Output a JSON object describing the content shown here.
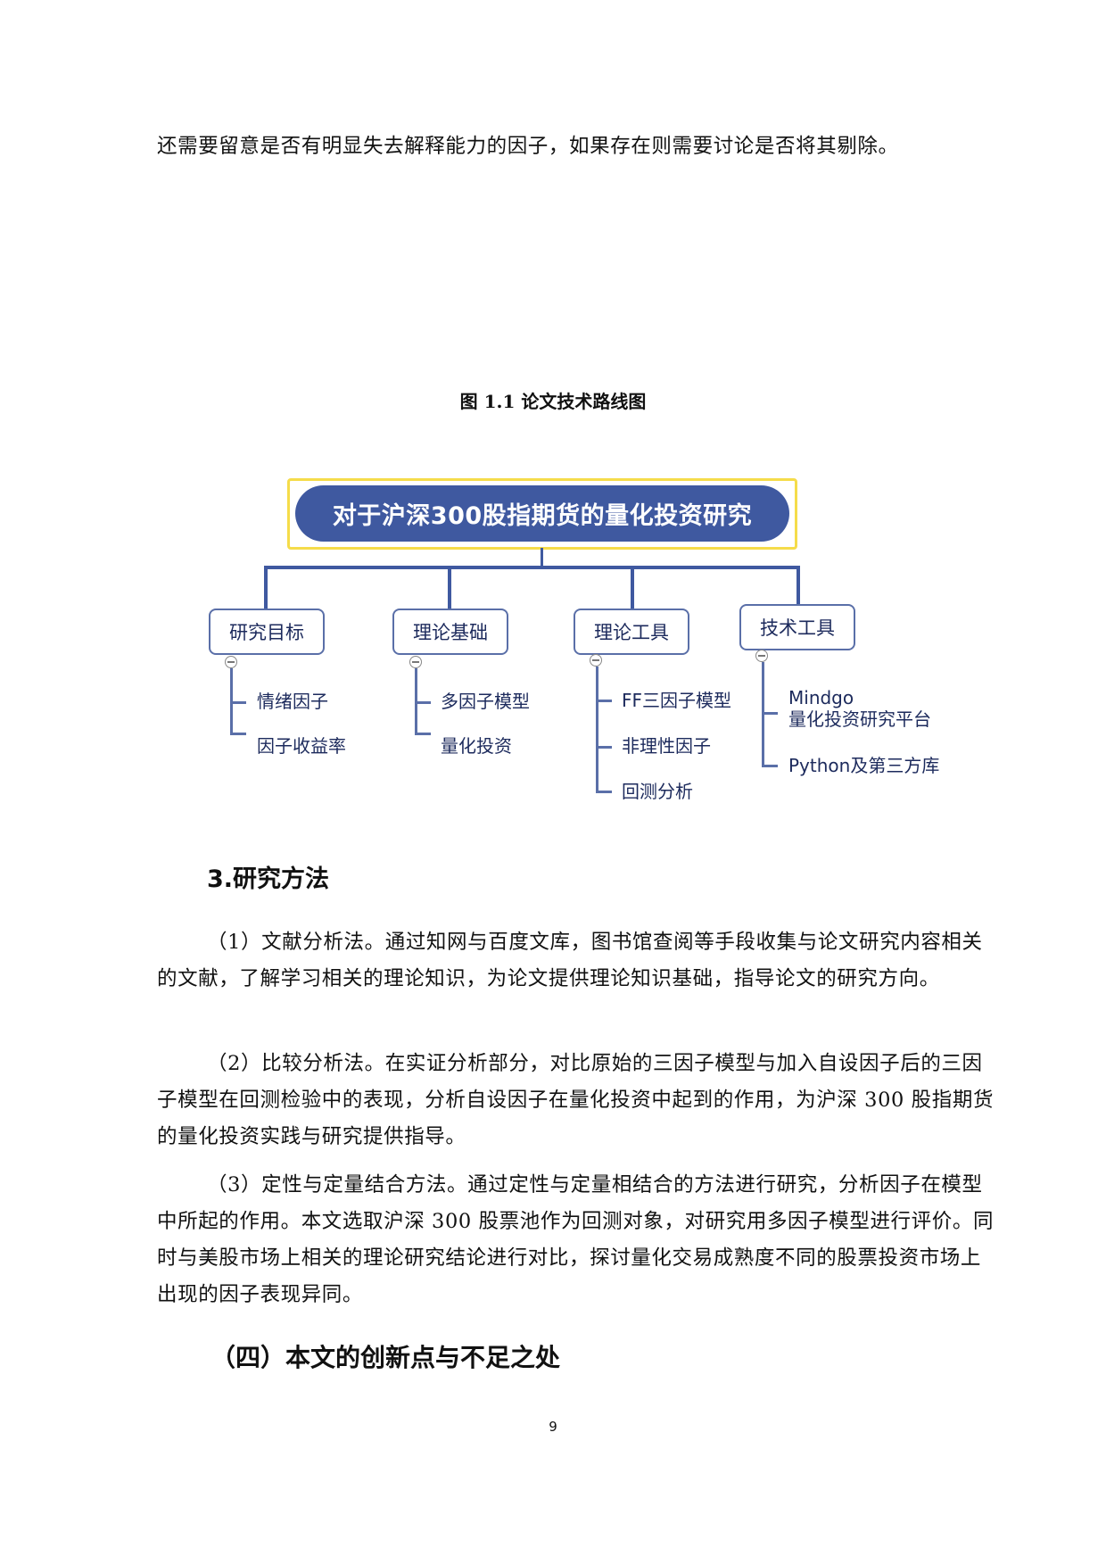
{
  "document": {
    "top_paragraph": "还需要留意是否有明显失去解释能力的因子，如果存在则需要讨论是否将其剔除。",
    "figure_caption": "图 1.1  论文技术路线图",
    "diagram": {
      "root": "对于沪深300股指期货的量化投资研究",
      "branches": [
        {
          "label": "研究目标",
          "children": [
            "情绪因子",
            "因子收益率"
          ]
        },
        {
          "label": "理论基础",
          "children": [
            "多因子模型",
            "量化投资"
          ]
        },
        {
          "label": "理论工具",
          "children": [
            "FF三因子模型",
            "非理性因子",
            "回测分析"
          ]
        },
        {
          "label": "技术工具",
          "children": [
            "Mindgo\n量化投资研究平台",
            "Python及第三方库"
          ]
        }
      ],
      "colors": {
        "node_fill": "#3f59a0",
        "frame_border": "#f5dc4a",
        "connector": "#3f59a0"
      }
    },
    "section_heading": "3.研究方法",
    "paragraphs": [
      "（1）文献分析法。通过知网与百度文库，图书馆查阅等手段收集与论文研究内容相关的文献，了解学习相关的理论知识，为论文提供理论知识基础，指导论文的研究方向。",
      "（2）比较分析法。在实证分析部分，对比原始的三因子模型与加入自设因子后的三因子模型在回测检验中的表现，分析自设因子在量化投资中起到的作用，为沪深 300 股指期货的量化投资实践与研究提供指导。",
      "（3）定性与定量结合方法。通过定性与定量相结合的方法进行研究，分析因子在模型中所起的作用。本文选取沪深 300 股票池作为回测对象，对研究用多因子模型进行评价。同时与美股市场上相关的理论研究结论进行对比，探讨量化交易成熟度不同的股票投资市场上出现的因子表现异同。"
    ],
    "subsection_heading": "（四）本文的创新点与不足之处",
    "page_number": "9"
  }
}
